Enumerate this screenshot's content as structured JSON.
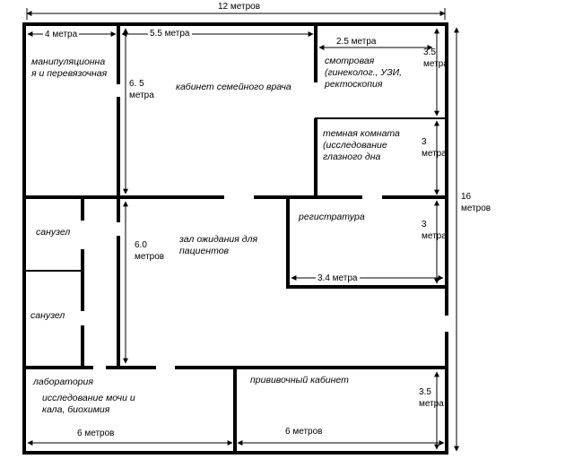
{
  "rooms": {
    "manipulation": "манипуляционна я и перевязочная",
    "family_doctor": "кабинет семейного врача",
    "exam": "смотровая (гинеколог., УЗИ, ректоскопия",
    "dark_room": "темная комната (исследование глазного дна",
    "registry": "регистратура",
    "waiting": "зал ожидания для пациентов",
    "wc_upper": "санузел",
    "wc_lower": "санузел",
    "laboratory": "лаборатория",
    "lab_tests": "исследование мочи и кала, биохимия",
    "vaccination": "прививочный кабинет"
  },
  "dimensions": {
    "total_width": "12 метров",
    "total_height": "16 метров",
    "left_room_width": "4 метра",
    "doctor_room_width": "5.5 метра",
    "exam_width": "2.5 метра",
    "exam_height": "3.5 метра",
    "dark_room_height": "3 метра",
    "top_row_height": "6. 5 метра",
    "registry_height": "3 метра",
    "registry_width": "3.4 метра",
    "middle_height": "6.0 метров",
    "vaccination_height": "3.5 метра",
    "lab_width": "6 метров",
    "vaccination_width": "6 метров"
  }
}
